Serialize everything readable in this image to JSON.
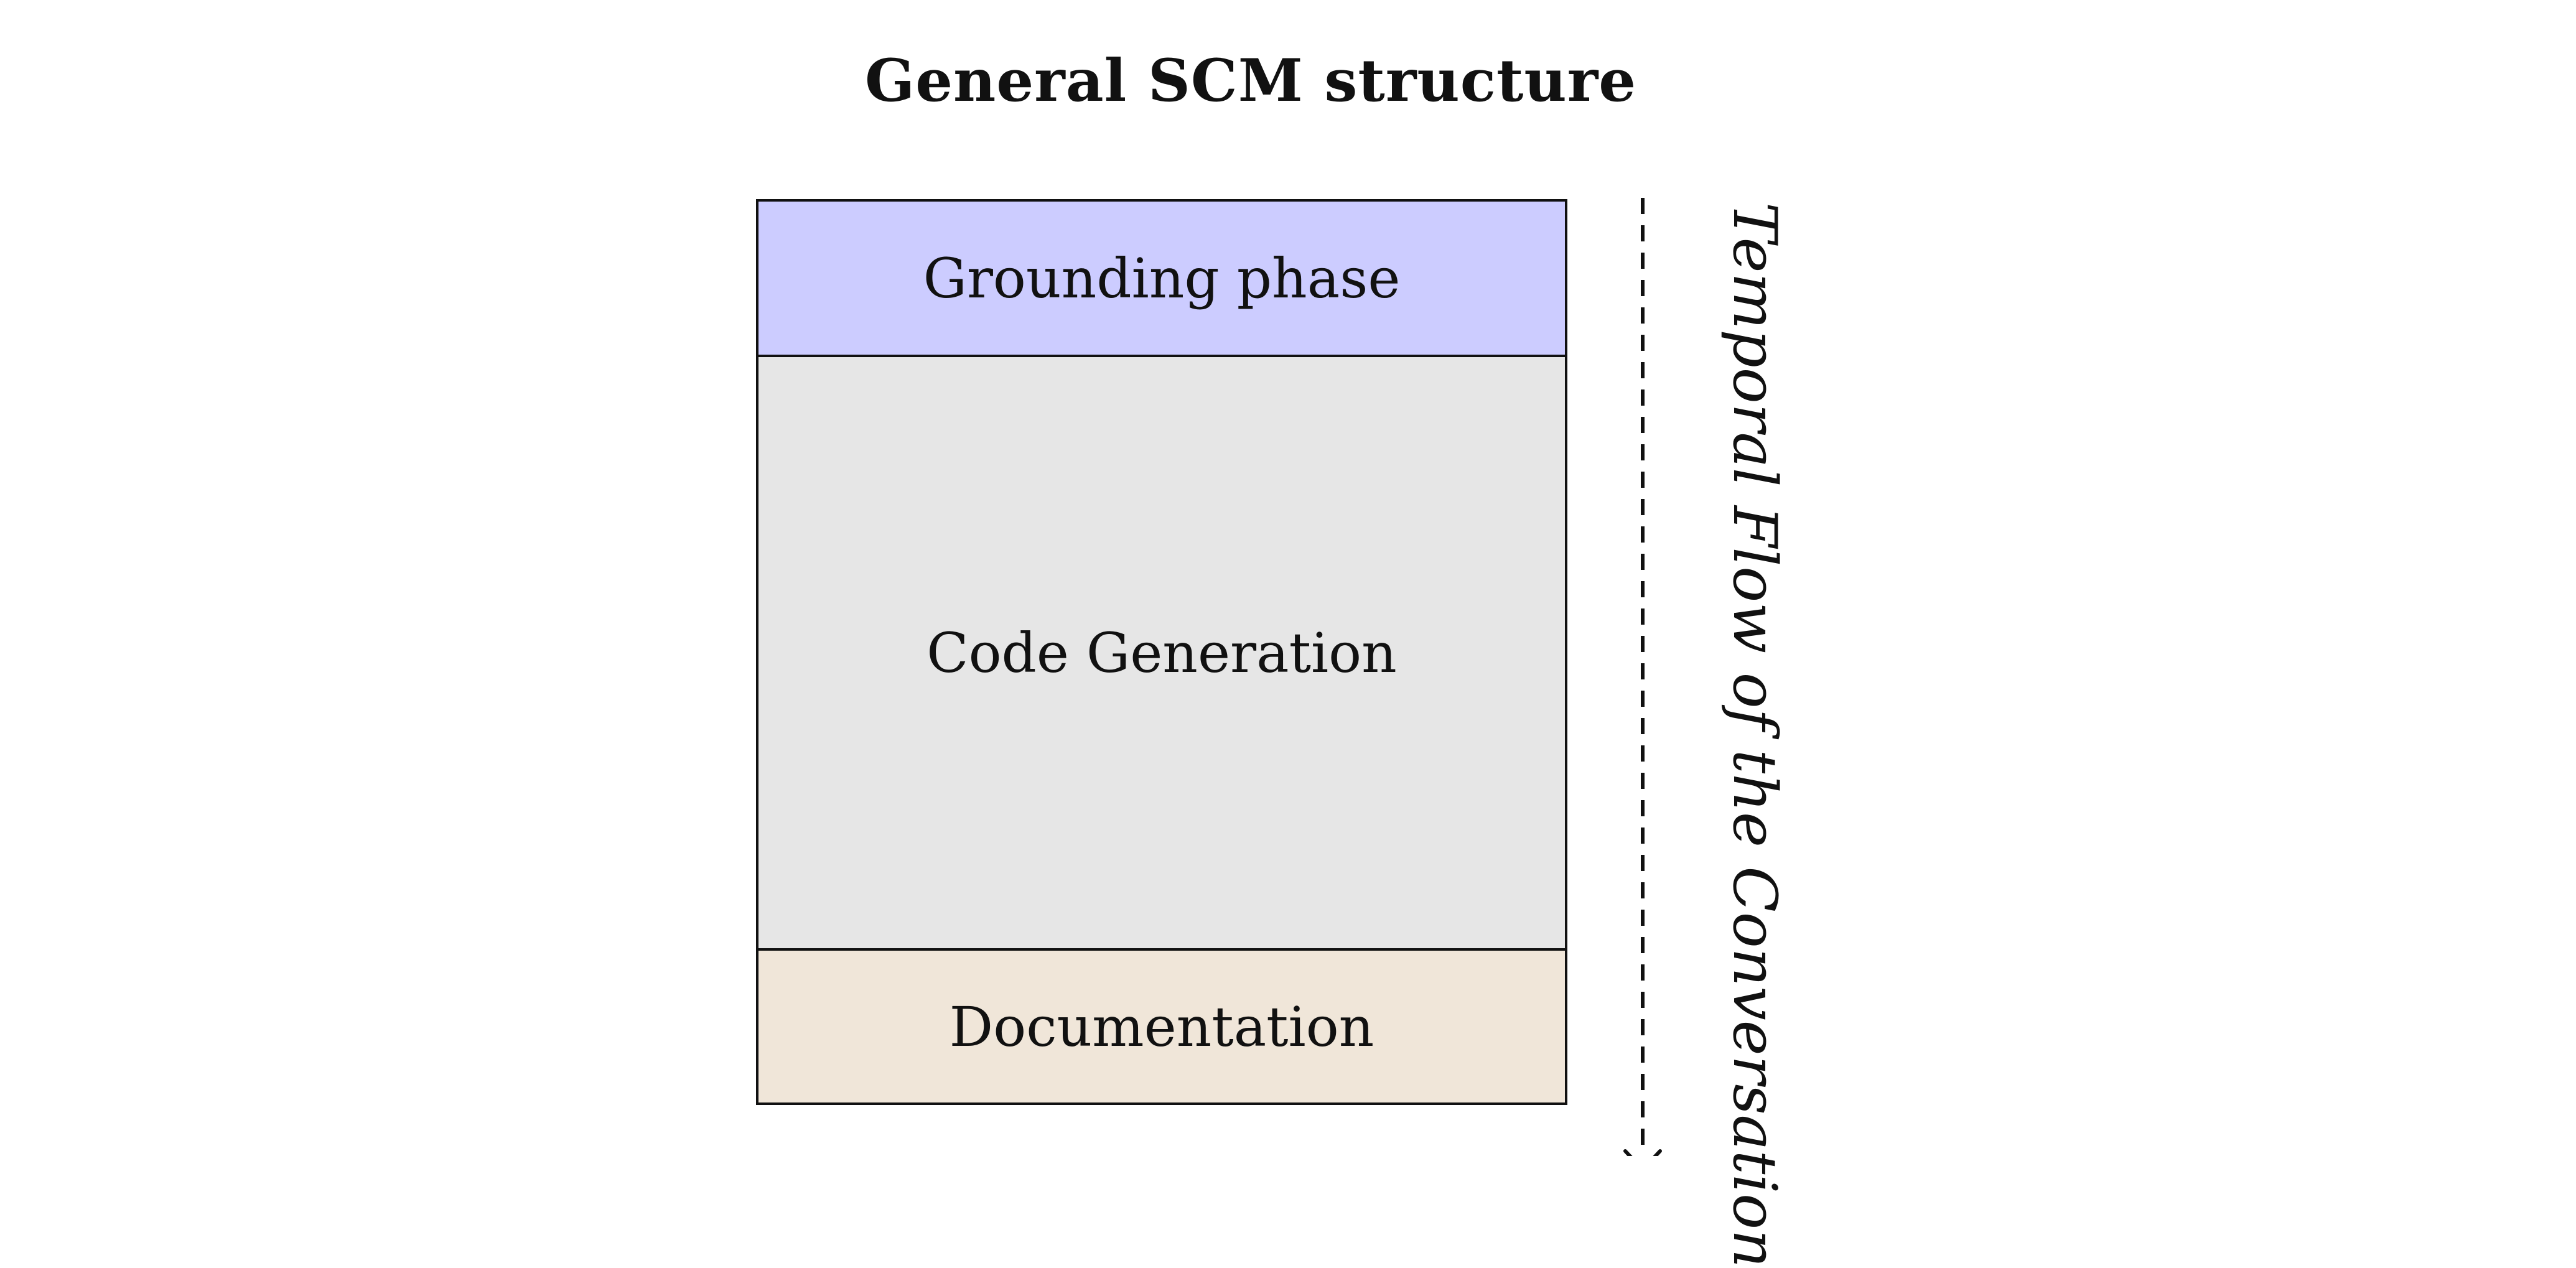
{
  "title": "General SCM structure",
  "blocks": [
    {
      "label": "Grounding phase",
      "color": "#ccccff"
    },
    {
      "label": "Code Generation",
      "color": "#e6e6e6"
    },
    {
      "label": "Documentation",
      "color": "#f0e6d9"
    }
  ],
  "flow": {
    "label": "Temporal Flow of the Conversation"
  },
  "icons": {
    "flow_arrow": "dashed-down-arrow-icon"
  }
}
